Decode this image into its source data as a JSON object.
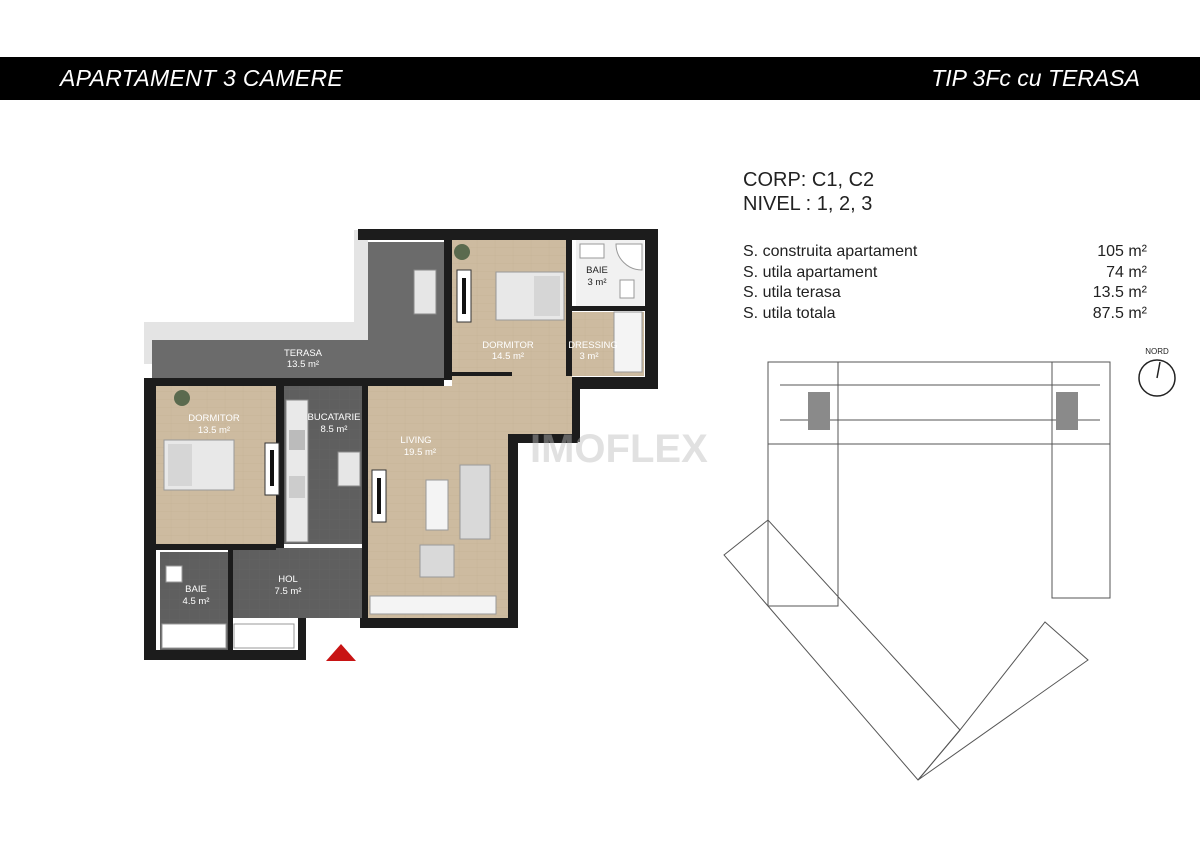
{
  "header": {
    "left_title": "APARTAMENT 3 CAMERE",
    "right_title": "TIP 3Fc cu TERASA"
  },
  "info": {
    "corp": "CORP: C1, C2",
    "nivel": "NIVEL : 1, 2, 3"
  },
  "specs": [
    {
      "label": "S. construita apartament",
      "value": "105 m²"
    },
    {
      "label": "S. utila apartament",
      "value": "74 m²"
    },
    {
      "label": "S. utila terasa",
      "value": "13.5 m²"
    },
    {
      "label": "S. utila totala",
      "value": "87.5 m²"
    }
  ],
  "rooms": {
    "terasa": {
      "name": "TERASA",
      "area": "13.5 m²"
    },
    "dormitor_top": {
      "name": "DORMITOR",
      "area": "14.5 m²"
    },
    "baie_top": {
      "name": "BAIE",
      "area": "3 m²"
    },
    "dressing": {
      "name": "DRESSING",
      "area": "3 m²"
    },
    "dormitor_left": {
      "name": "DORMITOR",
      "area": "13.5 m²"
    },
    "bucatarie": {
      "name": "BUCATARIE",
      "area": "8.5 m²"
    },
    "living": {
      "name": "LIVING",
      "area": "19.5 m²"
    },
    "baie_bottom": {
      "name": "BAIE",
      "area": "4.5 m²"
    },
    "hol": {
      "name": "HOL",
      "area": "7.5 m²"
    }
  },
  "compass": {
    "label": "NORD"
  },
  "watermark": "IMOFLEX",
  "colors": {
    "header_bg": "#000000",
    "wall": "#1c1c1c",
    "floor_wood": "#cdbba0",
    "floor_tile": "#5e5e5e",
    "terrace": "#6b6b6b",
    "entrance_marker": "#c81414"
  }
}
